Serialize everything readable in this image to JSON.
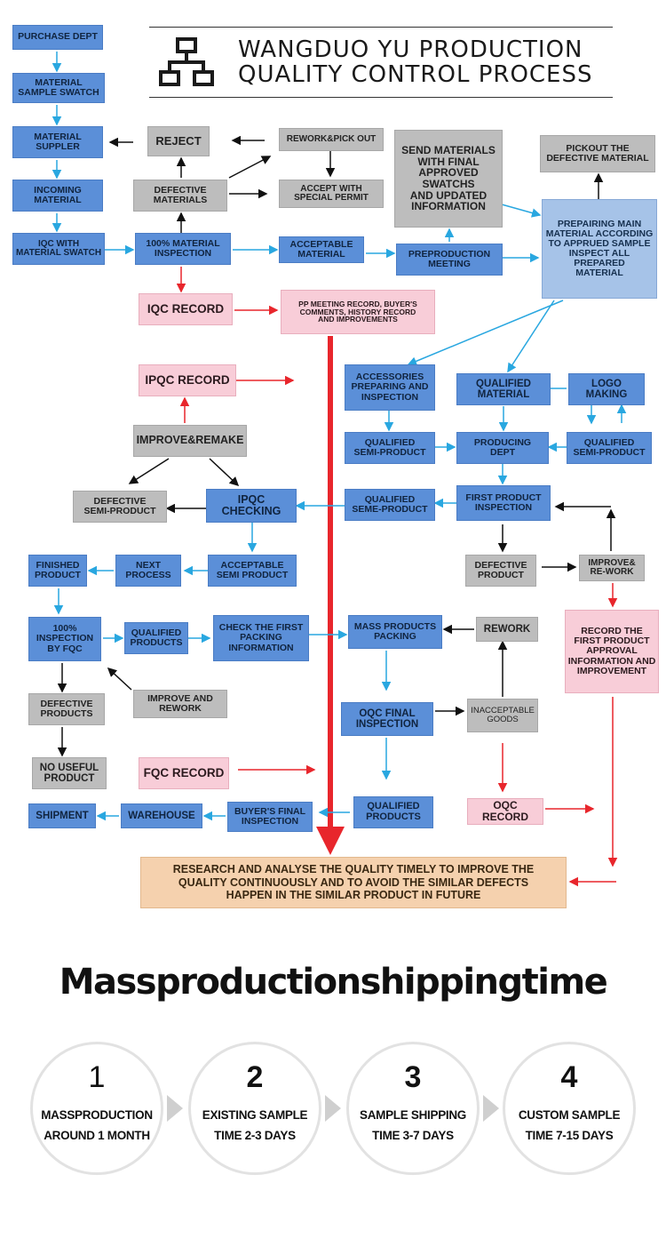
{
  "header": {
    "title": "WANGDUO YU  PRODUCTION\nQUALITY CONTROL PROCESS",
    "icon": "org-chart-icon"
  },
  "colors": {
    "process_blue": "#5b8fd8",
    "light_blue": "#a6c3e8",
    "reject_gray": "#bdbdbd",
    "record_pink": "#f8cdd8",
    "summary_tan": "#f5d1ae",
    "flow_cyan": "#29a7e0",
    "record_red": "#e8262c",
    "control_black": "#111111"
  },
  "nodes": {
    "purchase_dept": "PURCHASE DEPT",
    "material_swatch": "MATERIAL\nSAMPLE SWATCH",
    "material_supplier": "MATERIAL\nSUPPLER",
    "incoming_material": "INCOMING\nMATERIAL",
    "iqc_swatch": "IQC WITH\nMATERIAL SWATCH",
    "reject": "REJECT",
    "defective_materials": "DEFECTIVE\nMATERIALS",
    "material_inspection": "100% MATERIAL\nINSPECTION",
    "iqc_record": "IQC RECORD",
    "rework_pick": "REWORK&PICK OUT",
    "accept_special": "ACCEPT WITH\nSPECIAL PERMIT",
    "acceptable_material": "ACCEPTABLE\nMATERIAL",
    "pp_meeting_record": "PP MEETING RECORD, BUYER'S\nCOMMENTS, HISTORY RECORD\nAND IMPROVEMENTS",
    "send_materials": "SEND MATERIALS\nWITH FINAL\nAPPROVED\nSWATCHS\nAND UPDATED\nINFORMATION",
    "preproduction_meeting": "PREPRODUCTION\nMEETING",
    "pickout_defective": "PICKOUT THE\nDEFECTIVE MATERIAL",
    "prepairing_main": "PREPAIRING MAIN\nMATERIAL ACCORDING\nTO APPRUED SAMPLE\nINSPECT ALL PREPARED\nMATERIAL",
    "ipqc_record": "IPQC RECORD",
    "improve_remake": "IMPROVE&REMAKE",
    "defective_semi": "DEFECTIVE\nSEMI-PRODUCT",
    "ipqc_checking": "IPQC CHECKING",
    "accessories": "ACCESSORIES\nPREPARING AND\nINSPECTION",
    "qualified_material": "QUALIFIED\nMATERIAL",
    "logo_making": "LOGO\nMAKING",
    "qualified_semi_left": "QUALIFIED\nSEMI-PRODUCT",
    "producing_dept": "PRODUCING\nDEPT",
    "qualified_semi_right": "QUALIFIED\nSEMI-PRODUCT",
    "qualified_seme": "QUALIFIED\nSEME-PRODUCT",
    "first_product_inspection": "FIRST PRODUCT\nINSPECTION",
    "finished_product": "FINISHED\nPRODUCT",
    "next_process": "NEXT\nPROCESS",
    "acceptable_semi": "ACCEPTABLE\nSEMI PRODUCT",
    "defective_product": "DEFECTIVE\nPRODUCT",
    "improve_rework": "IMPROVE&\nRE-WORK",
    "inspection_fqc": "100%\nINSPECTION\nBY FQC",
    "qualified_products_left": "QUALIFIED\nPRODUCTS",
    "check_first_packing": "CHECK THE FIRST\nPACKING\nINFORMATION",
    "mass_packing": "MASS PRODUCTS\nPACKING",
    "rework": "REWORK",
    "record_first_product": "RECORD THE\nFIRST PRODUCT\nAPPROVAL\nINFORMATION AND\nIMPROVEMENT",
    "defective_products": "DEFECTIVE\nPRODUCTS",
    "improve_and_rework": "IMPROVE AND\nREWORK",
    "oqc_final": "OQC FINAL\nINSPECTION",
    "inacceptable_goods": "INACCEPTABLE\nGOODS",
    "no_useful": "NO USEFUL\nPRODUCT",
    "fqc_record": "FQC RECORD",
    "shipment": "SHIPMENT",
    "warehouse": "WAREHOUSE",
    "buyers_final": "BUYER'S FINAL\nINSPECTION",
    "qualified_products_right": "QUALIFIED\nPRODUCTS",
    "oqc_record": "OQC RECORD",
    "research": "RESEARCH AND ANALYSE THE  QUALITY TIMELY TO IMPROVE THE\nQUALITY  CONTINUOUSLY AND TO AVOID THE SIMILAR DEFECTS\nHAPPEN IN THE SIMILAR PRODUCT IN FUTURE"
  },
  "shipping": {
    "heading": "Massproductionshippingtime",
    "steps": [
      {
        "number": "1",
        "line1": "MASSPRODUCTION",
        "line2": "AROUND 1 MONTH"
      },
      {
        "number": "2",
        "line1": "EXISTING SAMPLE",
        "line2": "TIME 2-3 DAYS"
      },
      {
        "number": "3",
        "line1": "SAMPLE SHIPPING",
        "line2": "TIME 3-7 DAYS"
      },
      {
        "number": "4",
        "line1": "CUSTOM SAMPLE",
        "line2": "TIME 7-15 DAYS"
      }
    ]
  }
}
